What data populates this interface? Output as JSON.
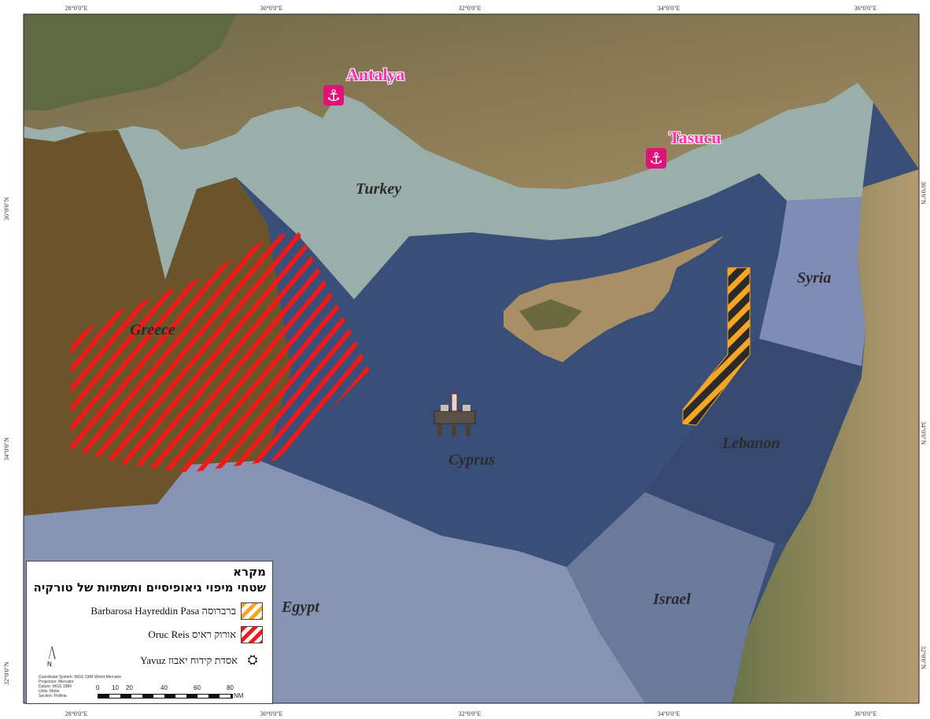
{
  "graticule": {
    "top": [
      "28°0'0\"E",
      "30°0'0\"E",
      "32°0'0\"E",
      "34°0'0\"E",
      "36°0'0\"E"
    ],
    "bottom": [
      "28°0'0\"E",
      "30°0'0\"E",
      "32°0'0\"E",
      "34°0'0\"E",
      "36°0'0\"E"
    ],
    "left": [
      "36°0'0\"N",
      "34°0'0\"N",
      "32°0'0\"N"
    ],
    "right": [
      "36°0'0\"N",
      "34°0'0\"N",
      "32°0'0\"N"
    ]
  },
  "colors": {
    "turkey_zone": "#9fb3ad",
    "greece_zone": "#6f5426",
    "cyprus_zone": "#3a4f78",
    "egypt_zone": "#8793b3",
    "syria_zone": "#7e8cb6",
    "lebanon_zone": "#37496e",
    "israel_zone": "#6b7a9c",
    "oruc_reis_hatch": "#f21818",
    "barbarosa_hatch": "#f6a623",
    "port_icon": "#e0127a",
    "port_label": "#ff2fb3"
  },
  "countries": {
    "turkey": "Turkey",
    "greece": "Greece",
    "cyprus": "Cyprus",
    "syria": "Syria",
    "lebanon": "Lebanon",
    "israel": "Israel",
    "egypt": "Egypt"
  },
  "ports": {
    "antalya": {
      "label": "Antalya",
      "icon": "anchor-icon"
    },
    "tasucu": {
      "label": "Tasucu",
      "icon": "anchor-icon"
    }
  },
  "rig": {
    "icon": "drilling-rig-icon"
  },
  "legend": {
    "title": "מקרא",
    "subtitle": "שטחי מיפוי גיאופיסיים ותשתיות של טורקיה",
    "items": [
      {
        "label": "Barbarosa Hayreddin Pasa ברברוסה",
        "icon": "orange-hatch-swatch"
      },
      {
        "label": "Oruc Reis אורוק ראיס",
        "icon": "red-hatch-swatch"
      },
      {
        "label": "Yavuz אסדת קידוח יאבוז",
        "icon": "drilling-rig-icon"
      }
    ],
    "north_arrow": "N",
    "metadata": [
      "Coordinate System: WGS 1984 World Mercator",
      "Projection: Mercator",
      "Datum: WGS 1984",
      "Units: Meter",
      "Section: Pollinia"
    ],
    "scale_ticks": [
      "0",
      "10",
      "20",
      "40",
      "60",
      "80"
    ],
    "scale_unit": "NM"
  }
}
